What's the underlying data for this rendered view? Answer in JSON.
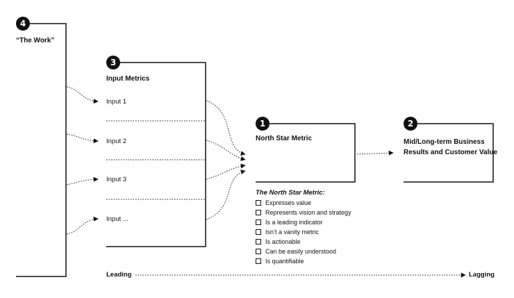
{
  "work": {
    "badge": "4",
    "title": "“The Work”"
  },
  "inputs": {
    "badge": "3",
    "title": "Input Metrics",
    "items": [
      "Input 1",
      "Input 2",
      "Input 3",
      "Input ..."
    ]
  },
  "north_star": {
    "badge": "1",
    "title": "North Star Metric"
  },
  "business": {
    "badge": "2",
    "title_line1": "Mid/Long-term Business",
    "title_line2": "Results and Customer Value"
  },
  "checklist": {
    "title": "The North Star Metric:",
    "items": [
      "Expresses value",
      "Represents vision and strategy",
      "Is a leading indicator",
      "Isn’t a vanity metric",
      "Is actionable",
      "Can be easily understood",
      "Is quantifiable"
    ]
  },
  "timeline": {
    "start": "Leading",
    "end": "Lagging"
  }
}
